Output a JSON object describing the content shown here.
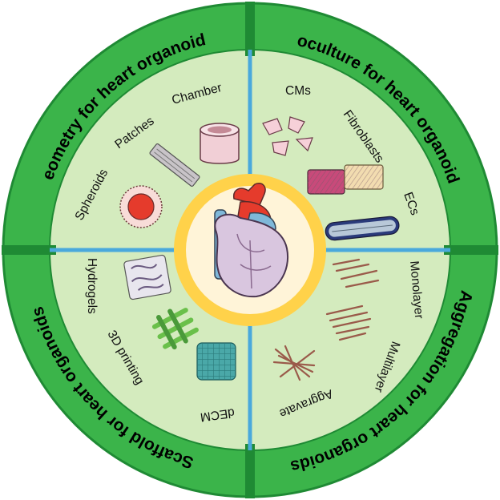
{
  "quadrants": {
    "geometry": {
      "title": "Geometry for heart organoids",
      "items": [
        "Spheroids",
        "Patches",
        "Chamber"
      ]
    },
    "coculture": {
      "title": "Coculture for heart organoids",
      "items": [
        "CMs",
        "Fibroblasts",
        "ECs"
      ]
    },
    "aggregation": {
      "title": "Aggregation for heart organoids",
      "items": [
        "Monolayer",
        "Multilayer",
        "Aggravate"
      ]
    },
    "scaffold": {
      "title": "Scaffold for heart organoids",
      "items": [
        "Hydrogels",
        "3D printing",
        "dECM"
      ]
    }
  },
  "colors": {
    "outer_ring": "#3bb44a",
    "ring_edge": "#1f8a34",
    "inner_fill": "#d4ebbe",
    "divider_inner": "#4aa8dc",
    "center_ring": "#ffd24a",
    "heart_red": "#e53b2c",
    "heart_blue": "#7fb8d9",
    "heart_pink": "#d9c6df"
  },
  "icons": {
    "center": "heart-icon",
    "spheroids": "spheroid-icon",
    "patches": "patch-icon",
    "chamber": "chamber-icon",
    "cms": "cardiomyocyte-cells-icon",
    "fibroblasts": "fibroblast-tissue-icon",
    "ecs": "endothelial-vessel-icon",
    "monolayer": "monolayer-fibers-icon",
    "multilayer": "multilayer-fibers-icon",
    "aggravate": "aggregate-fibers-icon",
    "hydrogels": "hydrogel-icon",
    "printing": "printed-lattice-icon",
    "decm": "decm-mesh-icon"
  }
}
